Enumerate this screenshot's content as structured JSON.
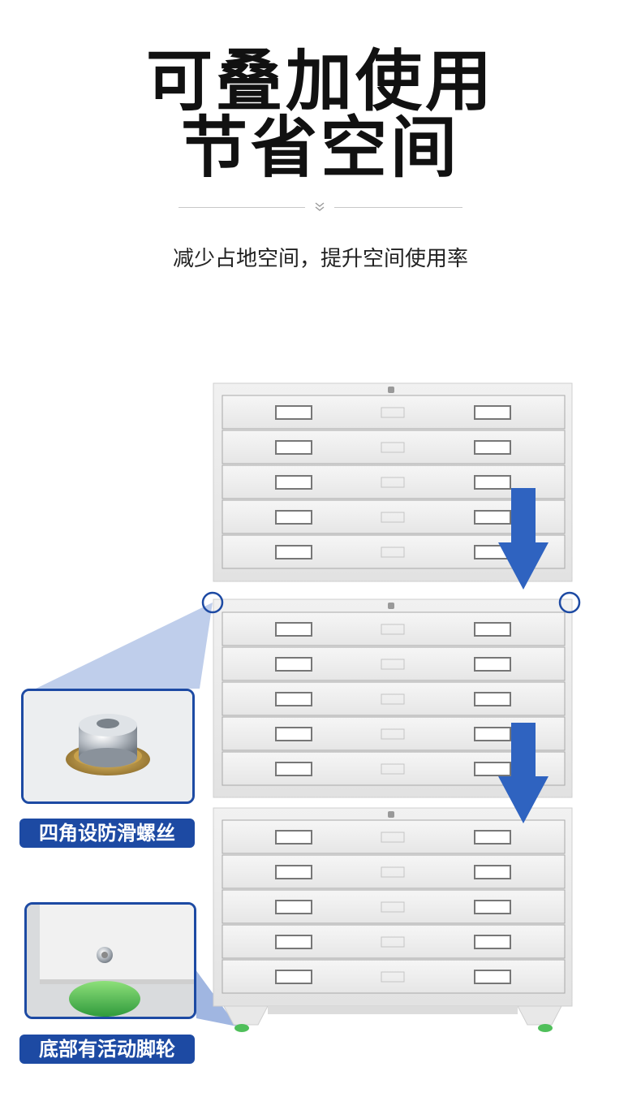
{
  "header": {
    "title_line1": "可叠加使用",
    "title_line2": "节省空间",
    "subtitle": "减少占地空间，提升空间使用率"
  },
  "callouts": {
    "screw_label": "四角设防滑螺丝",
    "wheel_label": "底部有活动脚轮"
  },
  "colors": {
    "accent": "#1d4aa3",
    "arrow": "#2f63c0",
    "cabinet": "#e9e9e9"
  },
  "icons": {
    "divider": "chevron-down-icon",
    "stack_arrows": "arrow-down-icon"
  }
}
